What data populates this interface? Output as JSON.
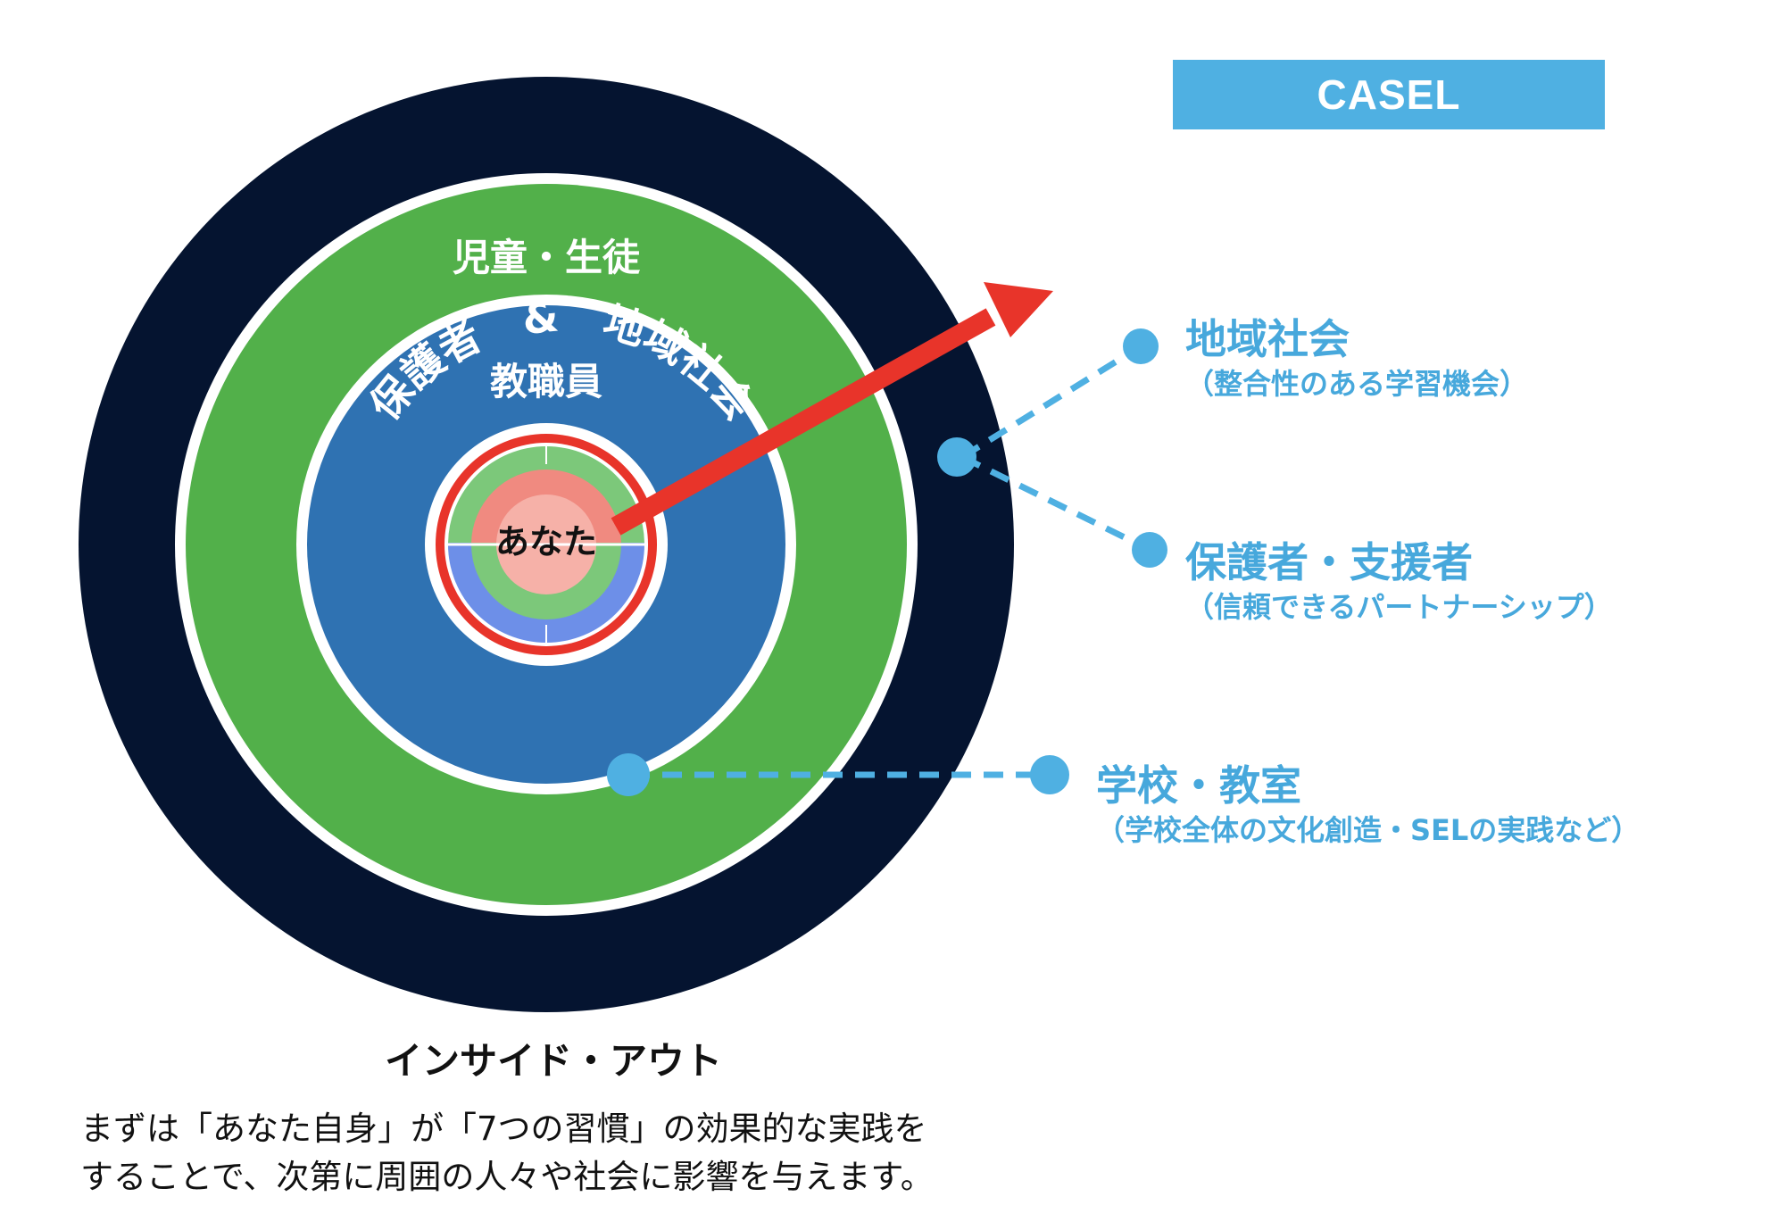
{
  "rings": {
    "outer_label": "保護者　&　地域社会",
    "middle_label": "児童・生徒",
    "inner_label": "教職員",
    "center_label": "あなた"
  },
  "casel": {
    "label": "CASEL"
  },
  "callouts": [
    {
      "title": "地域社会",
      "subtitle": "（整合性のある学習機会）"
    },
    {
      "title": "保護者・支援者",
      "subtitle": "（信頼できるパートナーシップ）"
    },
    {
      "title": "学校・教室",
      "subtitle": "（学校全体の文化創造・SELの実践など）"
    }
  ],
  "caption": {
    "title": "インサイド・アウト",
    "line1": "まずは「あなた自身」が「7つの習慣」の効果的な実践を",
    "line2": "することで、次第に周囲の人々や社会に影響を与えます。"
  },
  "colors": {
    "outer_ring": "#051430",
    "middle_ring": "#52b04a",
    "inner_ring": "#2f72b2",
    "arrow": "#e8342a",
    "accent": "#4fb0e2",
    "callout_text": "#47a8dc"
  }
}
